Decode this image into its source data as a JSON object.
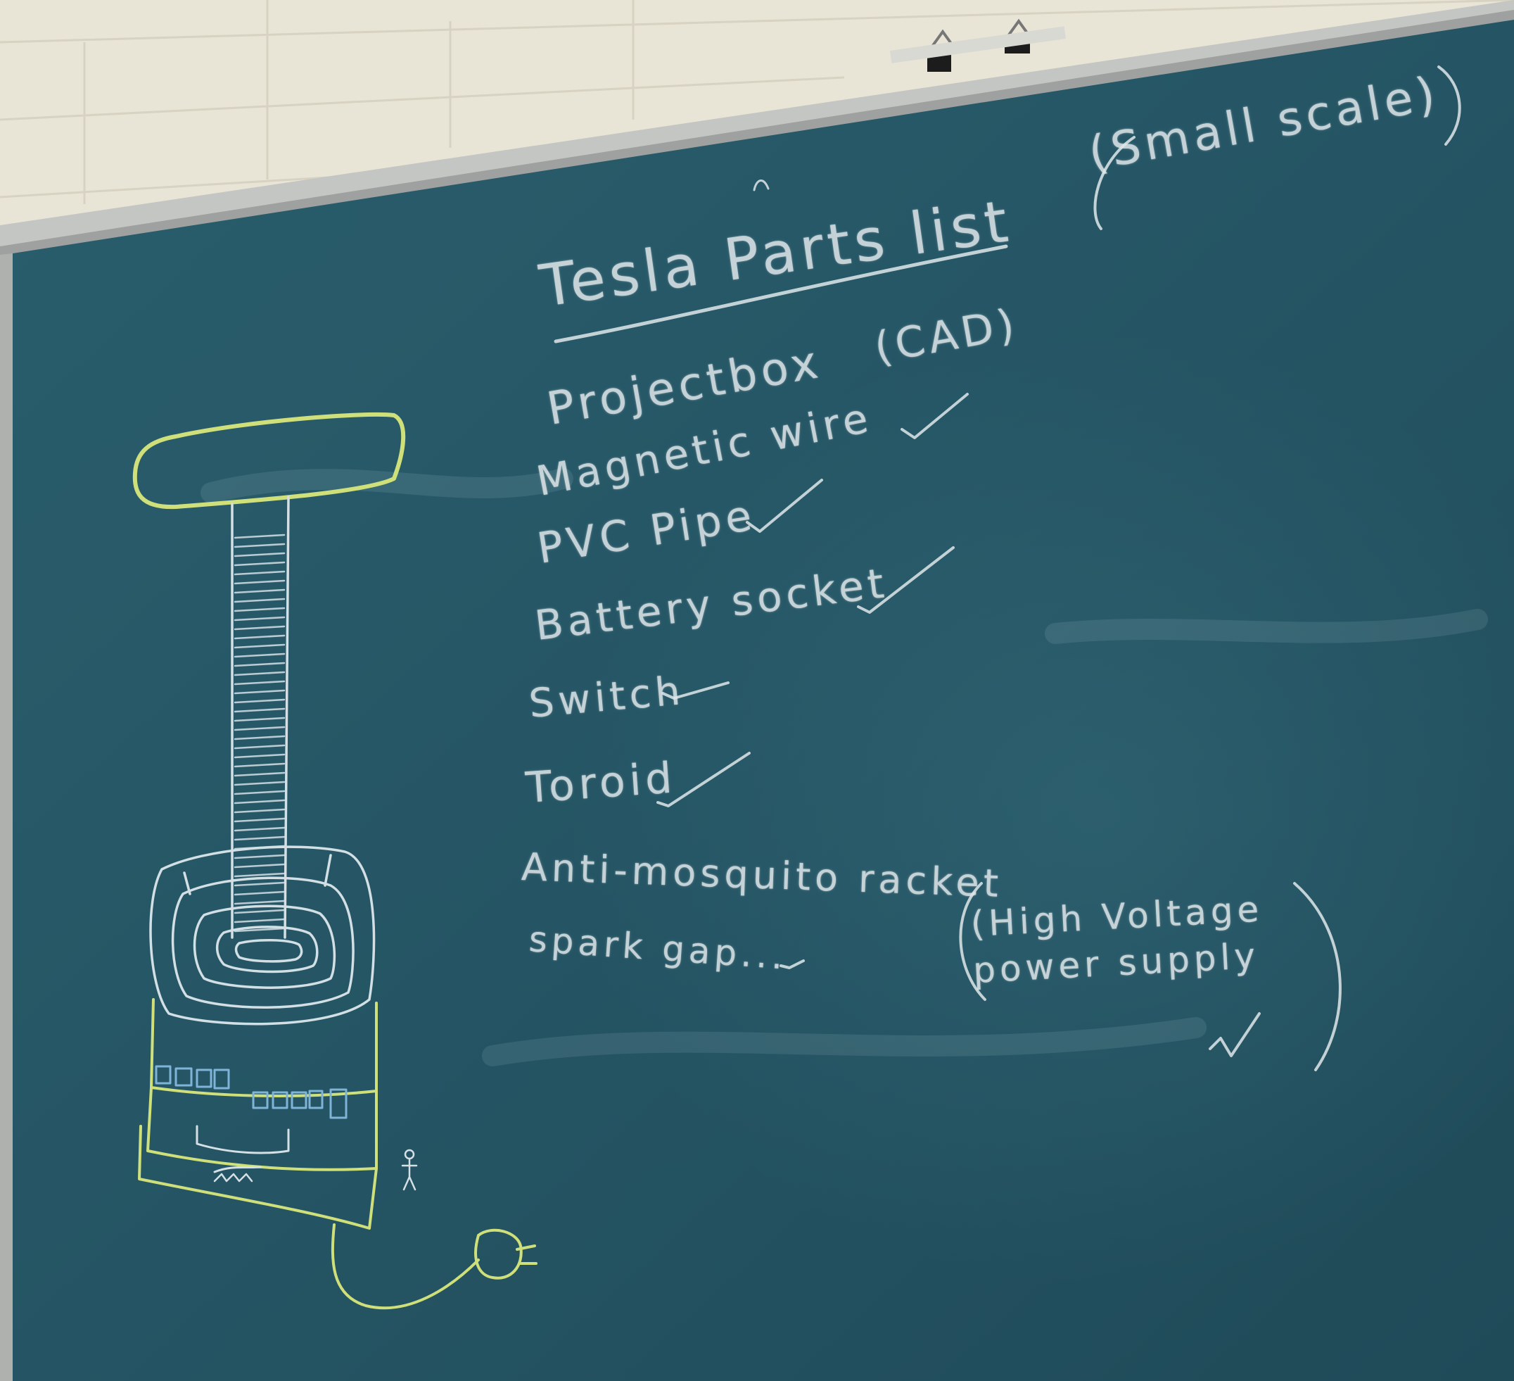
{
  "board": {
    "title": "Tesla Parts list",
    "title_note": "(Small scale)",
    "items": [
      {
        "label": "Projectbox",
        "note": "(CAD)",
        "checked": false
      },
      {
        "label": "Magnetic wire",
        "checked": true
      },
      {
        "label": "PVC Pipe",
        "checked": true
      },
      {
        "label": "Battery socket",
        "checked": true
      },
      {
        "label": "Switch",
        "checked": true
      },
      {
        "label": "Toroid",
        "checked": true
      },
      {
        "label": "Anti-mosquito racket",
        "note": "(High Voltage power supply",
        "checked": true
      },
      {
        "label": "spark gap...",
        "checked": true
      }
    ]
  },
  "colors": {
    "wall": "#e9e5d6",
    "chalkboard": "#2b5c6c",
    "board_frame": "#c4c6c3",
    "chalk_white": "#dfe7ea",
    "chalk_yellow": "#cfe07a",
    "chalk_blue": "#7fb4d8"
  },
  "icons": {
    "drawing": "tesla-coil-sketch",
    "plug": "power-plug-icon",
    "checkmark": "checkmark-icon",
    "clip": "binder-clip-icon"
  }
}
